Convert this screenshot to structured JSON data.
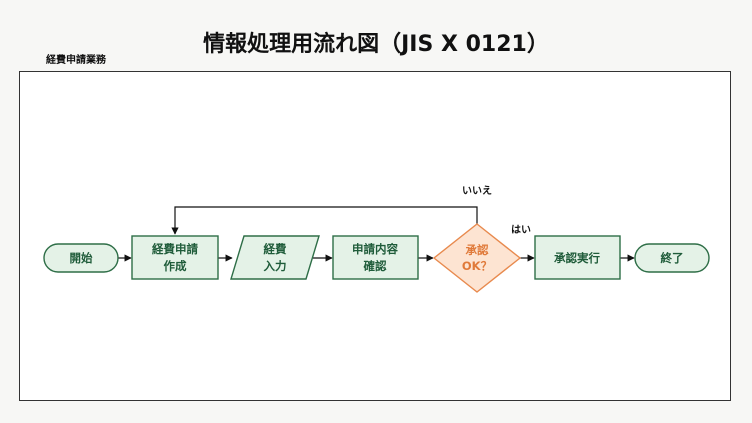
{
  "title": "情報処理用流れ図（JIS X 0121）",
  "department": "経費申請業務",
  "nodes": {
    "start": {
      "label": "開始"
    },
    "create": {
      "line1": "経費申請",
      "line2": "作成"
    },
    "input": {
      "line1": "経費",
      "line2": "入力"
    },
    "confirm": {
      "line1": "申請内容",
      "line2": "確認"
    },
    "decision": {
      "line1": "承認",
      "line2": "OK？"
    },
    "execute": {
      "label": "承認実行"
    },
    "end": {
      "label": "終了"
    }
  },
  "edges": {
    "yes_label": "はい",
    "no_label": "いいえ"
  },
  "colors": {
    "node_fill": "#e4f2e7",
    "node_stroke": "#2e6e47",
    "decision_fill": "#fde4d2",
    "decision_stroke": "#e88a4e"
  }
}
